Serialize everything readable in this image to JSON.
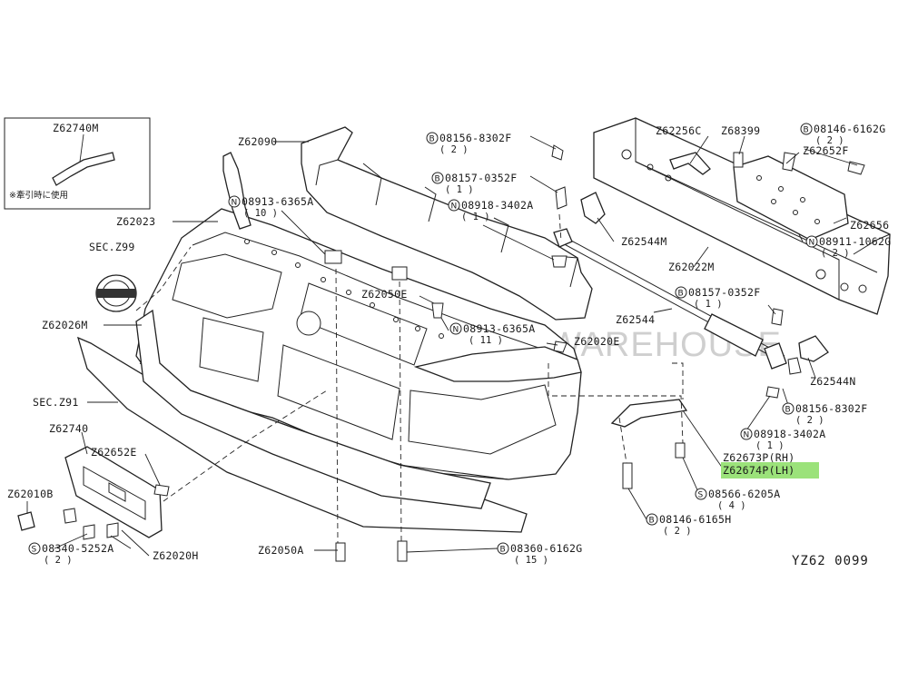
{
  "watermark": {
    "badge": "AW",
    "text": "AUTOMOTIVE WAREHOUSE"
  },
  "diagram_id": "YZ62  0099",
  "inset": {
    "part": "Z62740M",
    "note": "※牽引時に使用"
  },
  "highlight_color": "#9be27a",
  "callouts": [
    {
      "id": "z62090",
      "text": "Z62090"
    },
    {
      "id": "z62023",
      "text": "Z62023"
    },
    {
      "id": "sec-z99",
      "text": "SEC.Z99"
    },
    {
      "id": "z62026m",
      "text": "Z62026M"
    },
    {
      "id": "sec-z91",
      "text": "SEC.Z91"
    },
    {
      "id": "z62740",
      "text": "Z62740"
    },
    {
      "id": "z62652e",
      "text": "Z62652E"
    },
    {
      "id": "z62010b",
      "text": "Z62010B"
    },
    {
      "id": "n-08913-6365a-top",
      "prefix": "N",
      "text": "08913-6365A",
      "qty": "( 10 )"
    },
    {
      "id": "z62050e",
      "text": "Z62050E"
    },
    {
      "id": "n-08913-6365a-mid",
      "prefix": "N",
      "text": "08913-6365A",
      "qty": "( 11 )"
    },
    {
      "id": "z62020e",
      "text": "Z62020E"
    },
    {
      "id": "b-08156-8302f-top",
      "prefix": "B",
      "text": "08156-8302F",
      "qty": "( 2 )"
    },
    {
      "id": "b-08157-0352f-top",
      "prefix": "B",
      "text": "08157-0352F",
      "qty": "( 1 )"
    },
    {
      "id": "n-08918-3402a-top",
      "prefix": "N",
      "text": "08918-3402A",
      "qty": "( 1 )"
    },
    {
      "id": "z62544m",
      "text": "Z62544M"
    },
    {
      "id": "z62544",
      "text": "Z62544"
    },
    {
      "id": "z62256c",
      "text": "Z62256C"
    },
    {
      "id": "z68399",
      "text": "Z68399"
    },
    {
      "id": "b-08146-6162g-top",
      "prefix": "B",
      "text": "08146-6162G",
      "qty": "( 2 )"
    },
    {
      "id": "z62652f",
      "text": "Z62652F"
    },
    {
      "id": "z62656",
      "text": "Z62656"
    },
    {
      "id": "n-08911-1062g",
      "prefix": "N",
      "text": "08911-1062G",
      "qty": "( 2 )"
    },
    {
      "id": "z62022m",
      "text": "Z62022M"
    },
    {
      "id": "b-08157-0352f-mid",
      "prefix": "B",
      "text": "08157-0352F",
      "qty": "( 1 )"
    },
    {
      "id": "z62544n",
      "text": "Z62544N"
    },
    {
      "id": "b-08156-8302f-mid",
      "prefix": "B",
      "text": "08156-8302F",
      "qty": "( 2 )"
    },
    {
      "id": "n-08918-3402a-mid",
      "prefix": "N",
      "text": "08918-3402A",
      "qty": "( 1 )"
    },
    {
      "id": "z62673p",
      "text": "Z62673P(RH)"
    },
    {
      "id": "z62674p",
      "text": "Z62674P(LH)",
      "highlighted": true
    },
    {
      "id": "s-08566-6205a",
      "prefix": "S",
      "text": "08566-6205A",
      "qty": "( 4 )"
    },
    {
      "id": "b-08146-6165h",
      "prefix": "B",
      "text": "08146-6165H",
      "qty": "( 2 )"
    },
    {
      "id": "s-08340-5252a",
      "prefix": "S",
      "text": "08340-5252A",
      "qty": "( 2 )"
    },
    {
      "id": "z62020h",
      "text": "Z62020H"
    },
    {
      "id": "z62050a",
      "text": "Z62050A"
    },
    {
      "id": "b-08360-6162g",
      "prefix": "B",
      "text": "08360-6162G",
      "qty": "( 15 )"
    }
  ]
}
